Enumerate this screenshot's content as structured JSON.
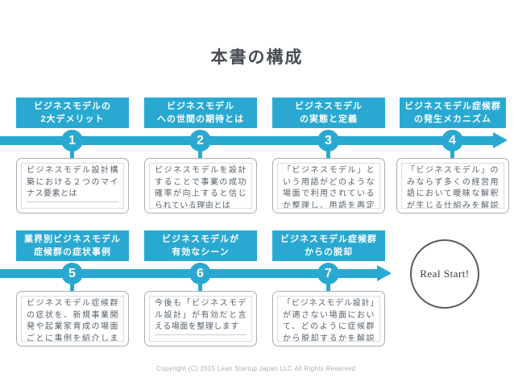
{
  "slide": {
    "title": "本書の構成",
    "footer": "Copyright (C) 2015 Lean Startup Japan LLC All Rights Reserved.",
    "real_start_label": "Real Start!"
  },
  "colors": {
    "accent_cyan": "#29a9d2",
    "title_text": "#474c54",
    "card_text": "#57616c",
    "card_border": "#a9adb1",
    "footer_text": "#aaaeb2"
  },
  "stages": [
    {
      "num": "1",
      "header_line1": "ビジネスモデルの",
      "header_line2": "2大デメリット",
      "body": "ビジネスモデル設計構築における２つのマイナス要素とは"
    },
    {
      "num": "2",
      "header_line1": "ビジネスモデル",
      "header_line2": "への世間の期待とは",
      "body": "ビジネスモデルを設計することで事業の成功確率が向上すると信じられている理由とは"
    },
    {
      "num": "3",
      "header_line1": "ビジネスモデル",
      "header_line2": "の実態と定義",
      "body": "「ビジネスモデル」という用語がどのような場面で利用されているか整理し、用語を再定義します"
    },
    {
      "num": "4",
      "header_line1": "ビジネスモデル症候群",
      "header_line2": "の発生メカニズム",
      "body": "「ビジネスモデル」のみならず多くの経営用語において曖昧な解釈が生じる仕組みを解説します"
    },
    {
      "num": "5",
      "header_line1": "業界別ビジネスモデル",
      "header_line2": "症候群の症状事例",
      "body": "ビジネスモデル症候群の症状を、新規事業開発や起業家育成の場面ごとに事例を紹介します"
    },
    {
      "num": "6",
      "header_line1": "ビジネスモデルが",
      "header_line2": "有効なシーン",
      "body": "今後も「ビジネスモデル設計」が有効だと言える場面を整理します"
    },
    {
      "num": "7",
      "header_line1": "ビジネスモデル症候群",
      "header_line2": "からの脱却",
      "body": "「ビジネスモデル設計」が適さない場面において、どのように症候群から脱却するかを解説します"
    }
  ]
}
